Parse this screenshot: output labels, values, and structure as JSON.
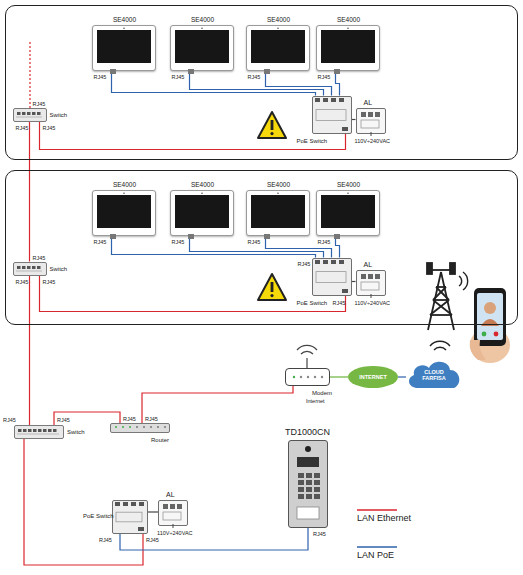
{
  "diagram": {
    "nodes": [
      {
        "text": []
      },
      {
        "text": [
          "SE4000",
          "RJ45"
        ],
        "in": 0
      },
      {
        "text": [
          "SE4000",
          "RJ45"
        ],
        "in": 0
      },
      {
        "text": [
          "SE4000",
          "RJ45"
        ],
        "in": 0
      },
      {
        "text": [
          "SE4000",
          "RJ45"
        ],
        "in": 0
      },
      {
        "text": [
          "RJ45",
          "Switch",
          "RJ45",
          "RJ45"
        ],
        "in": 0
      },
      {
        "text": [
          "PoE Switch"
        ],
        "in": 0
      },
      {
        "text": [
          "AL",
          "110V÷240VAC"
        ],
        "in": 0
      },
      {
        "text": []
      },
      {
        "text": [
          "SE4000",
          "RJ45"
        ],
        "in": 8
      },
      {
        "text": [
          "SE4000",
          "RJ45"
        ],
        "in": 8
      },
      {
        "text": [
          "SE4000",
          "RJ45"
        ],
        "in": 8
      },
      {
        "text": [
          "SE4000",
          "RJ45"
        ],
        "in": 8
      },
      {
        "text": [
          "RJ45",
          "Switch",
          "RJ45",
          "RJ45"
        ],
        "in": 8
      },
      {
        "text": [
          "RJ45",
          "PoE Switch",
          "RJ45"
        ],
        "in": 8
      },
      {
        "text": [
          "AL",
          "110V÷240VAC"
        ],
        "in": 8
      },
      {
        "text": [
          "RJ45",
          "RJ45",
          "Switch"
        ]
      },
      {
        "text": [
          "RJ45",
          "RJ45",
          "Router"
        ]
      },
      {
        "text": [
          "Modem",
          "Internet"
        ]
      },
      {
        "text": [
          "INTERNET"
        ]
      },
      {
        "text": [
          "CLOUD FARFISA"
        ]
      },
      {
        "text": [
          "PoE Switch",
          "RJ45",
          "RJ45"
        ]
      },
      {
        "text": [
          "AL",
          "110V÷240VAC"
        ]
      },
      {
        "text": [
          "TD1000CN",
          "RJ45"
        ]
      }
    ],
    "edges": [
      {
        "from": 1,
        "to": 6,
        "arrow": "none"
      },
      {
        "from": 2,
        "to": 6,
        "arrow": "none"
      },
      {
        "from": 3,
        "to": 6,
        "arrow": "none"
      },
      {
        "from": 4,
        "to": 6,
        "arrow": "none"
      },
      {
        "from": 6,
        "to": 5,
        "arrow": "none"
      },
      {
        "from": 7,
        "to": 6,
        "arrow": "none"
      },
      {
        "from": 5,
        "to": 13,
        "arrow": "none"
      },
      {
        "from": 9,
        "to": 14,
        "arrow": "none"
      },
      {
        "from": 10,
        "to": 14,
        "arrow": "none"
      },
      {
        "from": 11,
        "to": 14,
        "arrow": "none"
      },
      {
        "from": 12,
        "to": 14,
        "arrow": "none"
      },
      {
        "from": 14,
        "to": 13,
        "arrow": "none"
      },
      {
        "from": 15,
        "to": 14,
        "arrow": "none"
      },
      {
        "from": 13,
        "to": 16,
        "arrow": "none"
      },
      {
        "from": 16,
        "to": 17,
        "arrow": "none"
      },
      {
        "from": 17,
        "to": 18,
        "arrow": "none"
      },
      {
        "from": 18,
        "to": 19,
        "arrow": "none"
      },
      {
        "from": 19,
        "to": 20,
        "arrow": "none"
      },
      {
        "from": 16,
        "to": 21,
        "arrow": "none"
      },
      {
        "from": 22,
        "to": 21,
        "arrow": "none"
      },
      {
        "from": 21,
        "to": 23,
        "arrow": "none"
      }
    ],
    "legend": [
      {
        "text": "LAN Ethernet"
      },
      {
        "text": "LAN PoE"
      }
    ]
  }
}
